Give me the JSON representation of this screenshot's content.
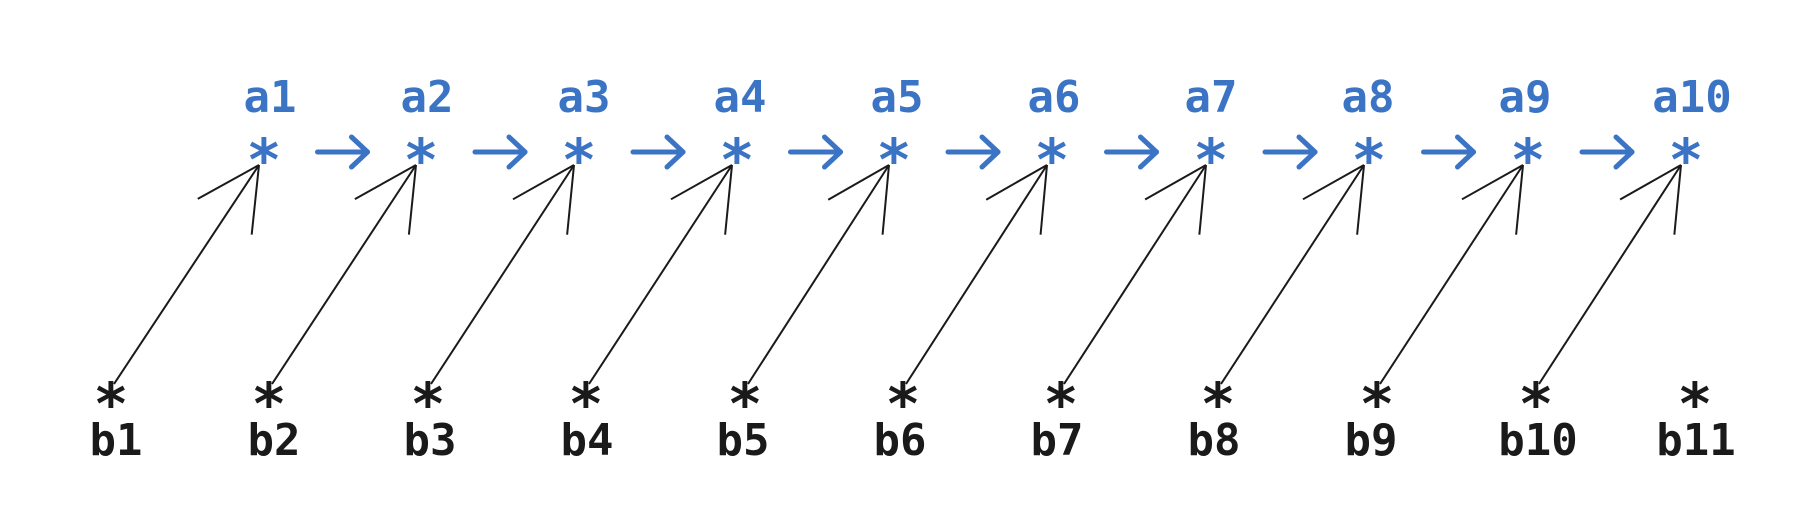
{
  "colors": {
    "a_color": "#3b74c4",
    "b_color": "#1a1a1a",
    "link_color": "#1a1a1a"
  },
  "marker": "*",
  "a_nodes": [
    "a1",
    "a2",
    "a3",
    "a4",
    "a5",
    "a6",
    "a7",
    "a8",
    "a9",
    "a10"
  ],
  "b_nodes": [
    "b1",
    "b2",
    "b3",
    "b4",
    "b5",
    "b6",
    "b7",
    "b8",
    "b9",
    "b10",
    "b11"
  ],
  "chain_arrow_glyph": "→",
  "chain_edges": [
    [
      0,
      1
    ],
    [
      1,
      2
    ],
    [
      2,
      3
    ],
    [
      3,
      4
    ],
    [
      4,
      5
    ],
    [
      5,
      6
    ],
    [
      6,
      7
    ],
    [
      7,
      8
    ],
    [
      8,
      9
    ]
  ],
  "cross_edges": [
    [
      0,
      0
    ],
    [
      1,
      1
    ],
    [
      2,
      2
    ],
    [
      3,
      3
    ],
    [
      4,
      4
    ],
    [
      5,
      5
    ],
    [
      6,
      6
    ],
    [
      7,
      7
    ],
    [
      8,
      8
    ],
    [
      9,
      9
    ]
  ]
}
